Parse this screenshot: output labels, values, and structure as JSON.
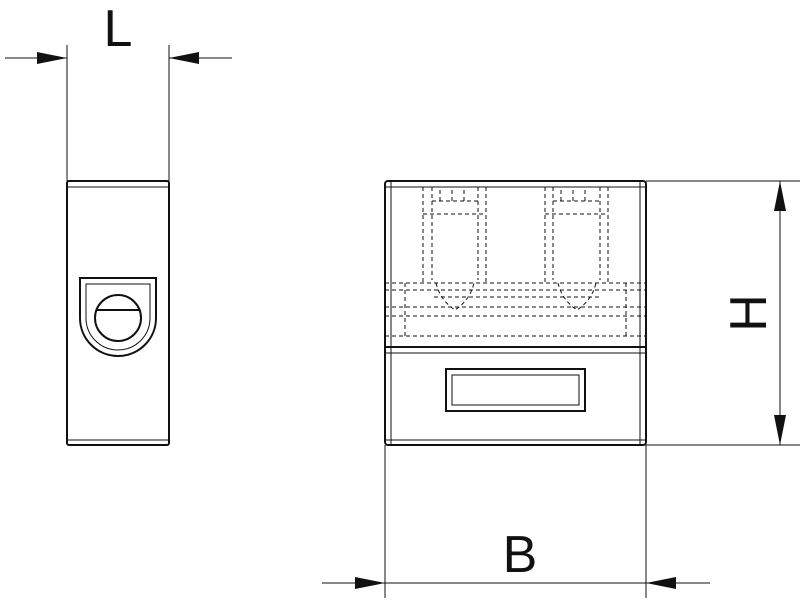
{
  "dimensions": {
    "length_label": "L",
    "height_label": "H",
    "width_label": "B"
  },
  "views": [
    "side-view",
    "front-view"
  ]
}
